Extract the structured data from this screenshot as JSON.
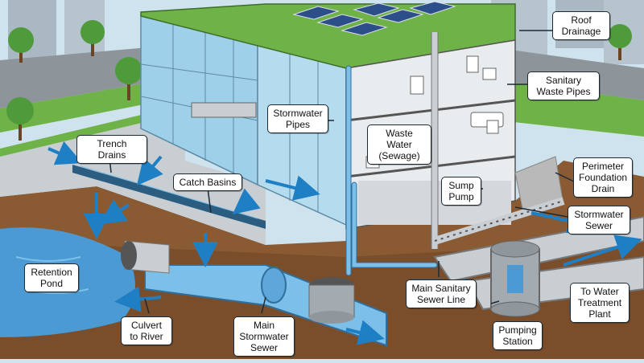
{
  "colors": {
    "sky": "#cfe3ee",
    "grass": "#6fb248",
    "soil": "#8a5a33",
    "soil_dark": "#6b4325",
    "water": "#4b9ad3",
    "pipe": "#7cc0ea",
    "pipe_stroke": "#2f6f9e",
    "arrow": "#1f7fc4",
    "concrete": "#c9ced3",
    "glass": "#9fd0ea",
    "gravel": "#b9b9b9"
  },
  "labels": {
    "roof_drainage": "Roof\nDrainage",
    "sanitary_waste_pipes": "Sanitary\nWaste Pipes",
    "stormwater_pipes": "Stormwater\nPipes",
    "waste_water": "Waste Water\n(Sewage)",
    "trench_drains": "Trench Drains",
    "catch_basins": "Catch Basins",
    "sump_pump": "Sump\nPump",
    "perimeter_foundation_drain": "Perimeter\nFoundation\nDrain",
    "stormwater_sewer": "Stormwater\nSewer",
    "retention_pond": "Retention\nPond",
    "main_sanitary_sewer_line": "Main Sanitary\nSewer Line",
    "to_water_treatment_plant": "To Water\nTreatment\nPlant",
    "culvert_to_river": "Culvert\nto River",
    "main_stormwater_sewer": "Main\nStormwater\nSewer",
    "pumping_station": "Pumping\nStation"
  }
}
